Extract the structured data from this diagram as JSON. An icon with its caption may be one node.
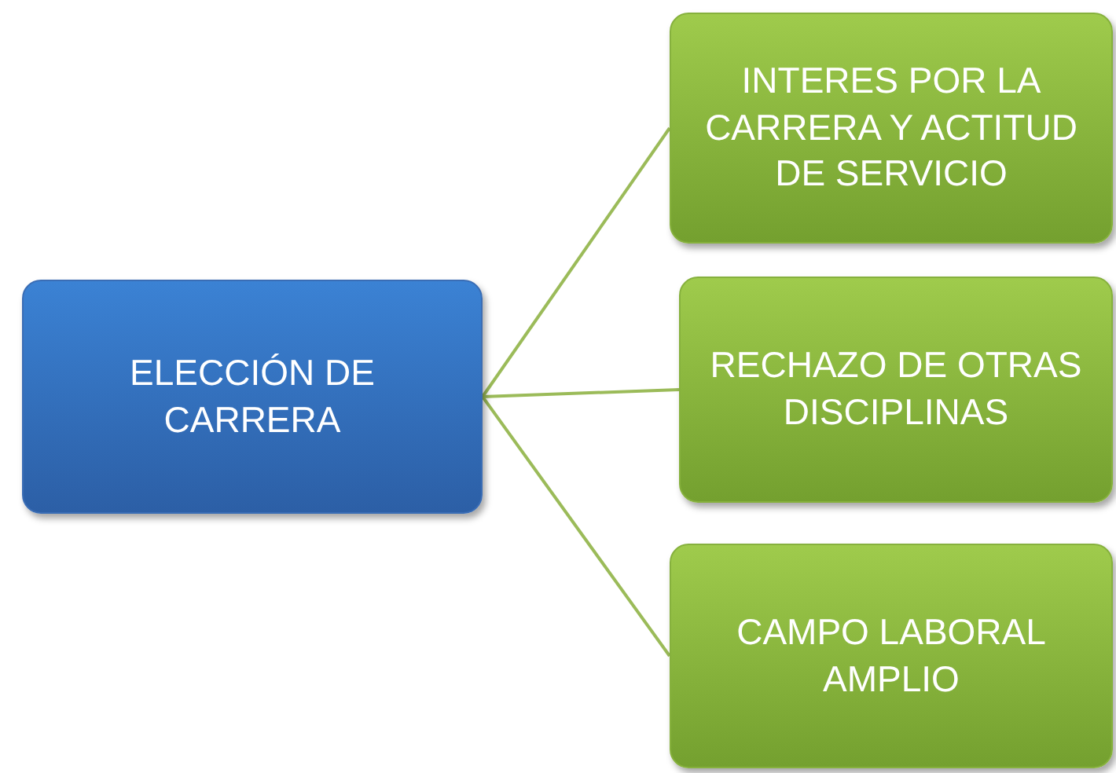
{
  "diagram": {
    "nodes": [
      {
        "text": [
          "ELECCIÓN DE CARRERA"
        ]
      },
      {
        "text": [
          "INTERES POR LA CARRERA Y ACTITUD DE SERVICIO"
        ]
      },
      {
        "text": [
          "RECHAZO DE OTRAS DISCIPLINAS"
        ]
      },
      {
        "text": [
          "CAMPO LABORAL AMPLIO"
        ]
      }
    ],
    "edges": [
      {
        "from": 0,
        "to": 1,
        "arrow": "none"
      },
      {
        "from": 0,
        "to": 2,
        "arrow": "none"
      },
      {
        "from": 0,
        "to": 3,
        "arrow": "none"
      }
    ]
  }
}
